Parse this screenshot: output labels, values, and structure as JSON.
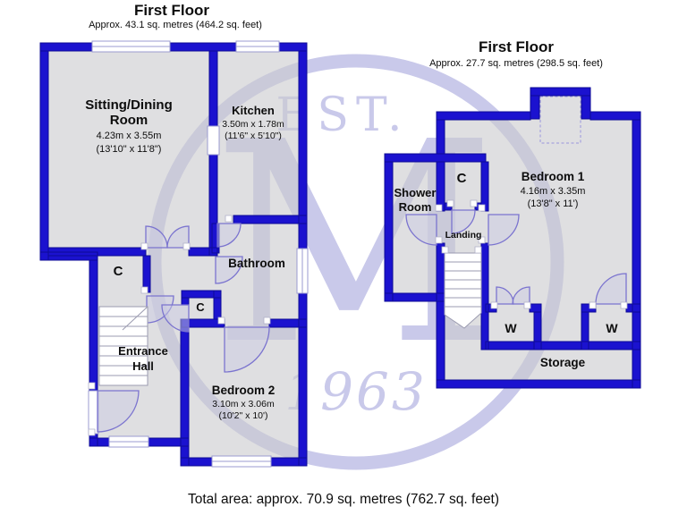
{
  "plans": [
    {
      "title": "First Floor",
      "subtitle": "Approx. 43.1 sq. metres (464.2 sq. feet)",
      "rooms": [
        {
          "id": "sitting-dining-room",
          "line1": "Sitting/Dining",
          "line2": "Room",
          "metric": "4.23m x 3.55m",
          "imperial": "(13'10\" x 11'8\")"
        },
        {
          "id": "kitchen",
          "line1": "Kitchen",
          "metric": "3.50m x 1.78m",
          "imperial": "(11'6\" x 5'10\")"
        },
        {
          "id": "bathroom",
          "line1": "Bathroom"
        },
        {
          "id": "cupboard-upper",
          "line1": "C"
        },
        {
          "id": "cupboard-lower",
          "line1": "C"
        },
        {
          "id": "entrance-hall",
          "line1": "Entrance",
          "line2": "Hall"
        },
        {
          "id": "bedroom-2",
          "line1": "Bedroom 2",
          "metric": "3.10m x 3.06m",
          "imperial": "(10'2\" x 10')"
        }
      ]
    },
    {
      "title": "First Floor",
      "subtitle": "Approx. 27.7 sq. metres (298.5 sq. feet)",
      "rooms": [
        {
          "id": "shower-room",
          "line1": "Shower",
          "line2": "Room"
        },
        {
          "id": "cupboard",
          "line1": "C"
        },
        {
          "id": "landing",
          "line1": "Landing"
        },
        {
          "id": "bedroom-1",
          "line1": "Bedroom 1",
          "metric": "4.16m x 3.35m",
          "imperial": "(13'8\" x 11')"
        },
        {
          "id": "wardrobe-left",
          "line1": "W"
        },
        {
          "id": "wardrobe-right",
          "line1": "W"
        },
        {
          "id": "storage",
          "line1": "Storage"
        }
      ]
    }
  ],
  "footer": {
    "total_area": "Total area: approx. 70.9 sq. metres (762.7 sq. feet)"
  },
  "watermark": {
    "line_est": "EST.",
    "monogram": "M",
    "year": "1963"
  },
  "colors": {
    "wall": "#1b12cf",
    "floor": "#d9d9db",
    "watermark": "#c9c9ea",
    "text": "#0d0d0d"
  }
}
